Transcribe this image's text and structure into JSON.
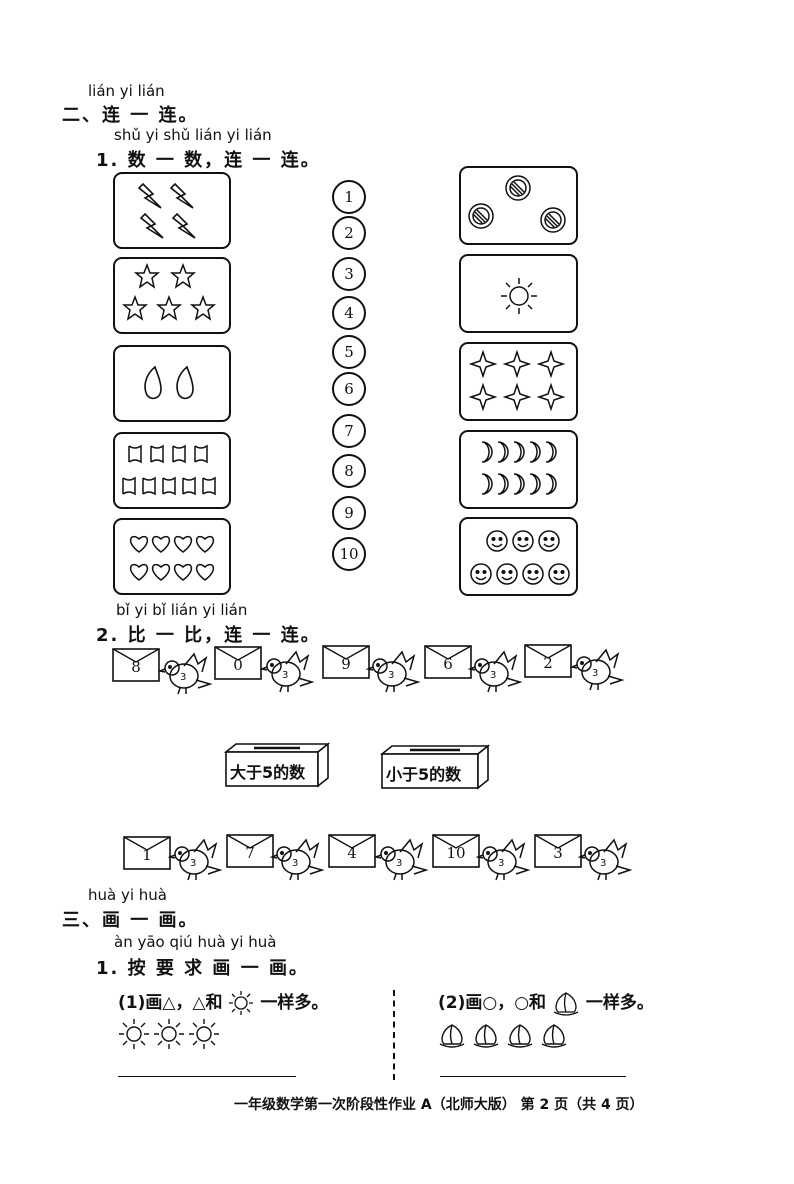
{
  "section2": {
    "pinyin": "lián yi lián",
    "title": "二、连 一 连。"
  },
  "q1": {
    "pinyin": "shǔ yi shǔ lián yi lián",
    "title": "1. 数 一 数，连 一 连。",
    "numbers": [
      "1",
      "2",
      "3",
      "4",
      "5",
      "6",
      "7",
      "8",
      "9",
      "10"
    ]
  },
  "q2": {
    "pinyin": "bǐ yi bǐ lián yi lián",
    "title": "2. 比 一 比，连 一 连。",
    "top_envelopes": [
      "8",
      "0",
      "9",
      "6",
      "2"
    ],
    "bottom_envelopes": [
      "1",
      "7",
      "4",
      "10",
      "3"
    ],
    "mailbox_left": "大于5的数",
    "mailbox_right": "小于5的数"
  },
  "section3": {
    "pinyin": "huà yi huà",
    "title": "三、画 一 画。"
  },
  "q3": {
    "pinyin": "àn yāo qiú huà yi huà",
    "title": "1. 按 要 求 画 一 画。",
    "part1": "(1)画△，△和",
    "part1_tail": "一样多。",
    "part2": "(2)画○，○和",
    "part2_tail": "一样多。"
  },
  "footer": "一年级数学第一次阶段性作业 A（北师大版）  第 2 页（共 4 页）"
}
